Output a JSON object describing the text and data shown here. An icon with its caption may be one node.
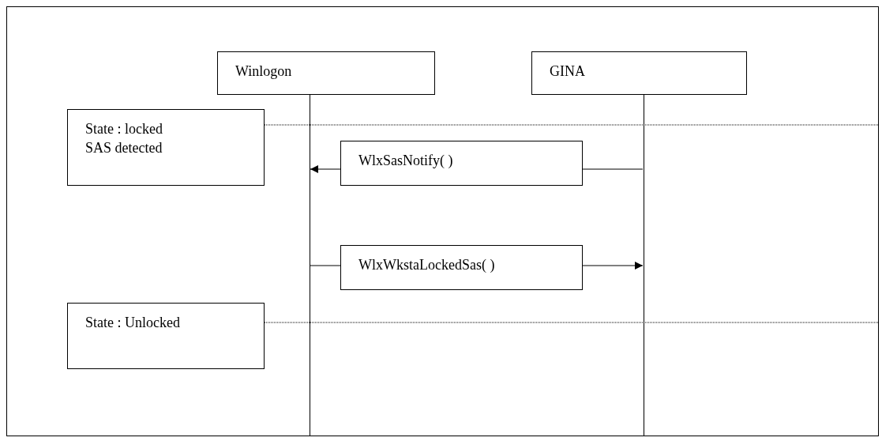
{
  "diagram": {
    "nodes": [
      {
        "text": [
          "Winlogon"
        ]
      },
      {
        "text": [
          "GINA"
        ]
      },
      {
        "text": [],
        "shape": "bar"
      },
      {
        "text": [],
        "shape": "bar"
      },
      {
        "text": [
          "State : locked",
          "SAS detected"
        ]
      },
      {
        "text": [
          "WlxSasNotify( )"
        ]
      },
      {
        "text": [
          "WlxWkstaLockedSas( )"
        ]
      },
      {
        "text": [
          "State : Unlocked"
        ]
      }
    ],
    "edges": [
      {
        "from": 3,
        "to": 5,
        "arrow": "none"
      },
      {
        "from": 5,
        "to": 2,
        "arrow": "to"
      },
      {
        "from": 2,
        "to": 6,
        "arrow": "none"
      },
      {
        "from": 6,
        "to": 3,
        "arrow": "to"
      },
      {
        "from": 4,
        "to": null,
        "arrow": "none",
        "style": "dashed"
      },
      {
        "from": 7,
        "to": null,
        "arrow": "none",
        "style": "dashed"
      }
    ]
  }
}
